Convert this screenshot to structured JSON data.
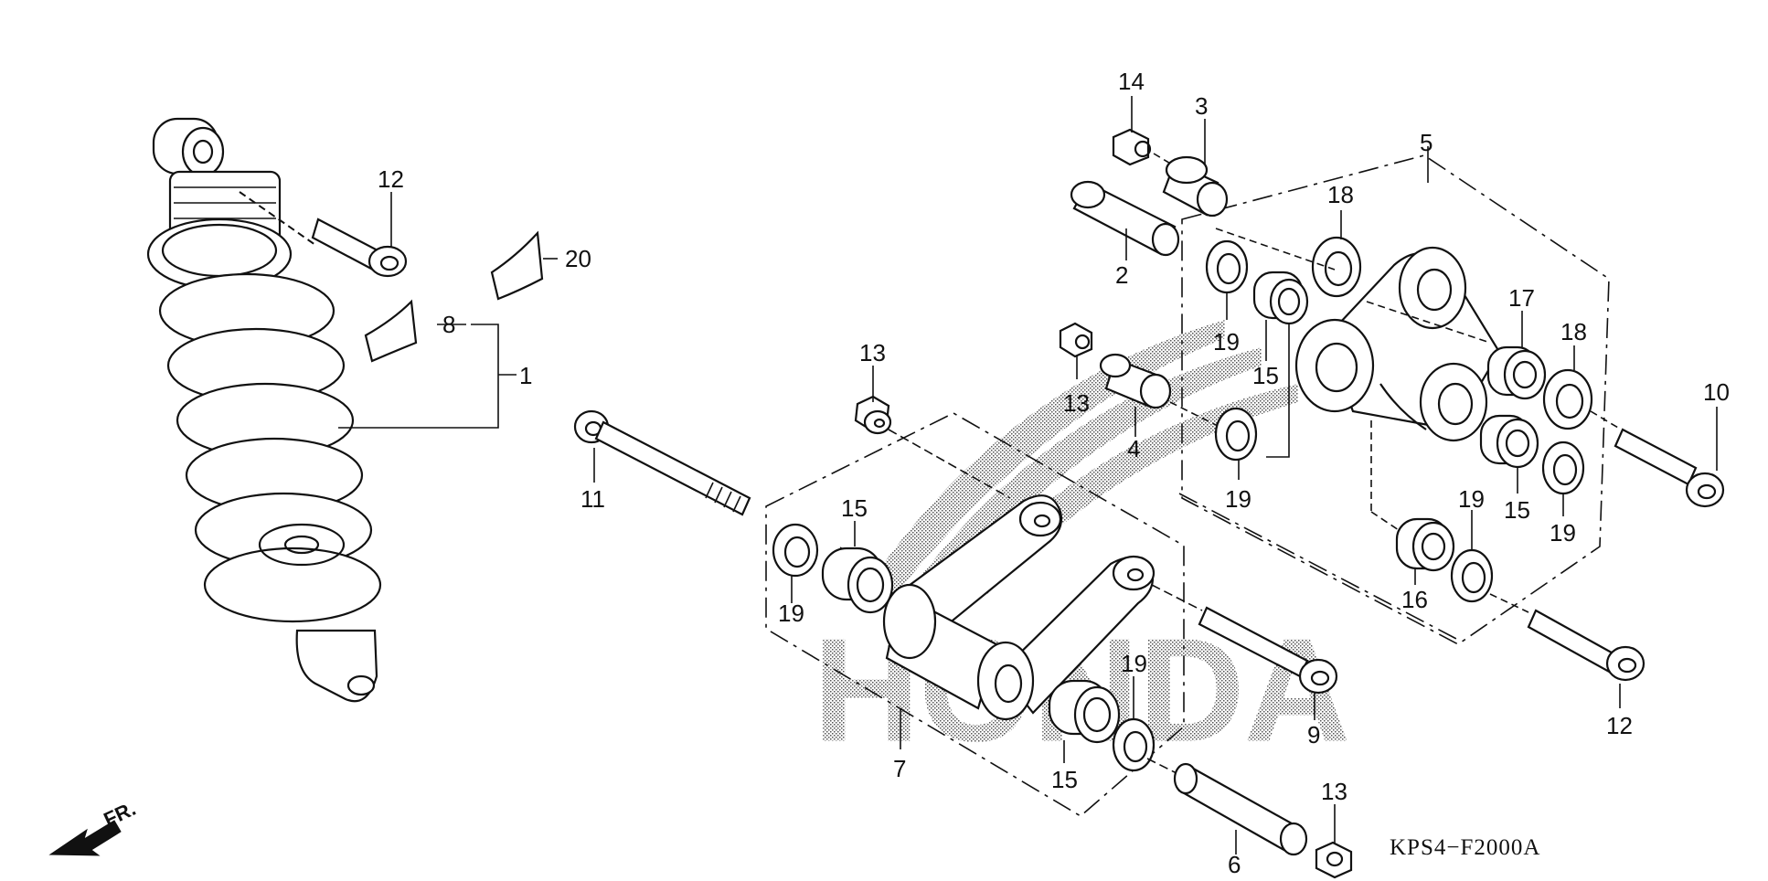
{
  "diagram_code": "KPS4−F2000A",
  "direction_label": "FR.",
  "watermark": "HONDA",
  "callouts": {
    "c1": "1",
    "c2": "2",
    "c3": "3",
    "c4": "4",
    "c5": "5",
    "c6": "6",
    "c7": "7",
    "c8": "8",
    "c9": "9",
    "c10": "10",
    "c11": "11",
    "c12a": "12",
    "c12b": "12",
    "c13a": "13",
    "c13b": "13",
    "c13c": "13",
    "c14": "14",
    "c15a": "15",
    "c15b": "15",
    "c15c": "15",
    "c15d": "15",
    "c16": "16",
    "c17": "17",
    "c18a": "18",
    "c18b": "18",
    "c19a": "19",
    "c19b": "19",
    "c19c": "19",
    "c19d": "19",
    "c19e": "19",
    "c19f": "19",
    "c20": "20"
  },
  "icons": [
    "arrow-fr-icon"
  ]
}
